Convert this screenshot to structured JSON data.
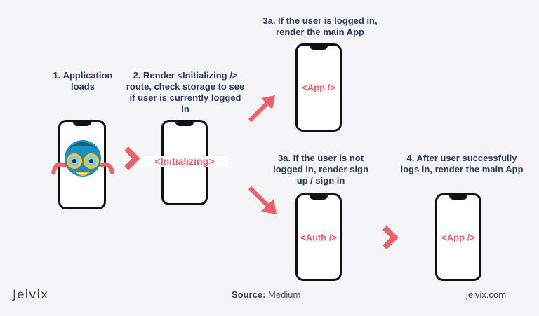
{
  "steps": {
    "s1": "1. Application loads",
    "s2": "2. Render <Initializing /> route, check storage to see if user is currently logged in",
    "s3a_logged": "3a. If the user is logged in, render the main App",
    "s3a_not": "3a. If the user is not logged in, render sign up / sign in",
    "s4": "4. After user successfully logs in, render the main App"
  },
  "screens": {
    "initializing": "<Initializing>",
    "app_top": "<App />",
    "auth": "<Auth />",
    "app_bottom": "<App />"
  },
  "footer": {
    "logo": "Jelvix",
    "source_label": "Source:",
    "source_value": "Medium",
    "site": "jelvix.com"
  },
  "colors": {
    "accent": "#f0606a",
    "text": "#2c3a63"
  }
}
